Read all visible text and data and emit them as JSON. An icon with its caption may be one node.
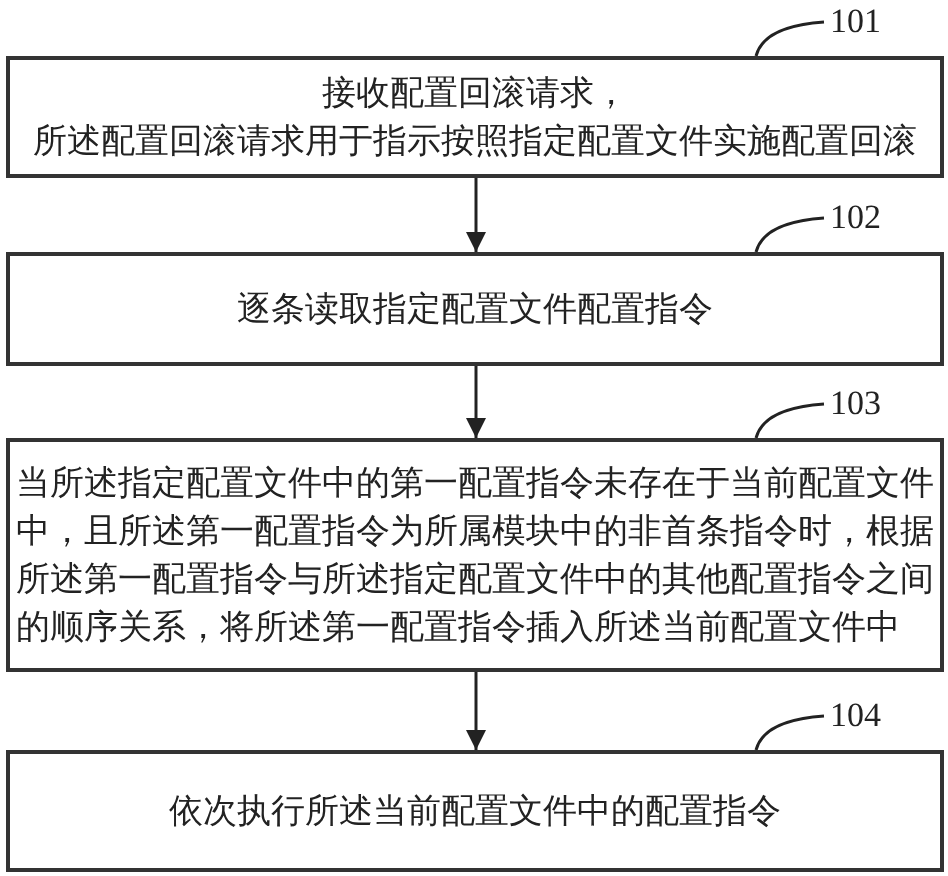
{
  "diagram": {
    "nodes": [
      {
        "text": [
          "接收配置回滚请求，",
          "所述配置回滚请求用于指示按照指定配置文件实施配置回滚"
        ]
      },
      {
        "text": [
          "逐条读取指定配置文件配置指令"
        ]
      },
      {
        "text": [
          "当所述指定配置文件中的第一配置指令未存在于当前配置文件中，且所述第一配置指令为所属模块中的非首条指令时，根据所述第一配置指令与所述指定配置文件中的其他配置指令之间的顺序关系，将所述第一配置指令插入所述当前配置文件中"
        ]
      },
      {
        "text": [
          "依次执行所述当前配置文件中的配置指令"
        ]
      },
      {
        "text": [
          "101"
        ]
      },
      {
        "text": [
          "102"
        ]
      },
      {
        "text": [
          "103"
        ]
      },
      {
        "text": [
          "104"
        ]
      }
    ],
    "edges": [
      {
        "from": 0,
        "to": 1,
        "arrow": "to"
      },
      {
        "from": 1,
        "to": 2,
        "arrow": "to"
      },
      {
        "from": 2,
        "to": 3,
        "arrow": "to"
      },
      {
        "from": 4,
        "to": 0,
        "arrow": "none"
      },
      {
        "from": 5,
        "to": 1,
        "arrow": "none"
      },
      {
        "from": 6,
        "to": 2,
        "arrow": "none"
      },
      {
        "from": 7,
        "to": 3,
        "arrow": "none"
      }
    ]
  }
}
